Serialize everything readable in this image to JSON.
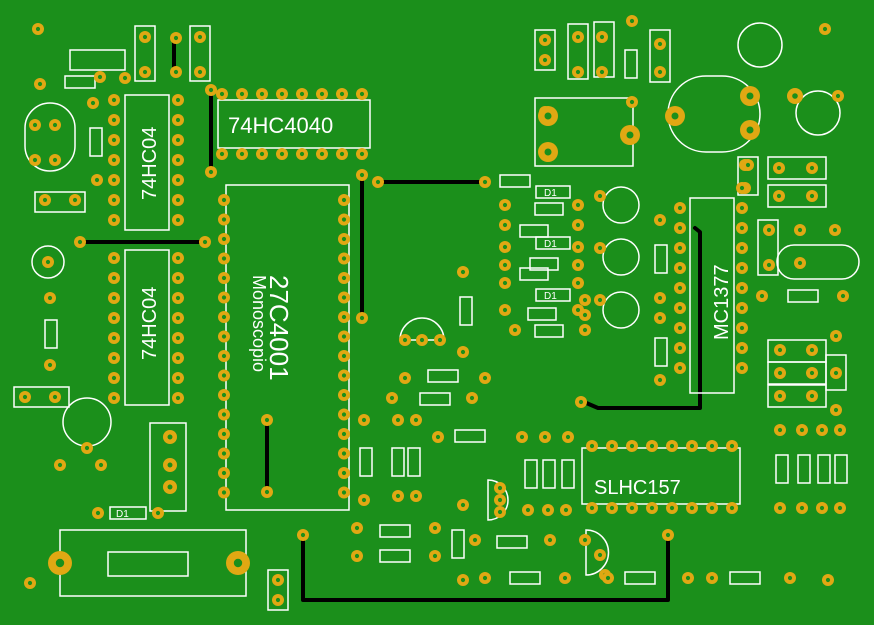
{
  "board": {
    "chips": {
      "u1": "74HC04",
      "u2": "74HC04",
      "u3": "74HC4040",
      "u4": "27C4001",
      "u4_sub": "Monoscopio",
      "u5": "MC1377",
      "u6": "SLHC157"
    },
    "diodes": [
      "D1",
      "D1",
      "D1",
      "D1"
    ],
    "colors": {
      "board": "#1b8f1b",
      "pad": "#e0a813",
      "silk": "#ffffff",
      "trace": "#000000"
    }
  }
}
